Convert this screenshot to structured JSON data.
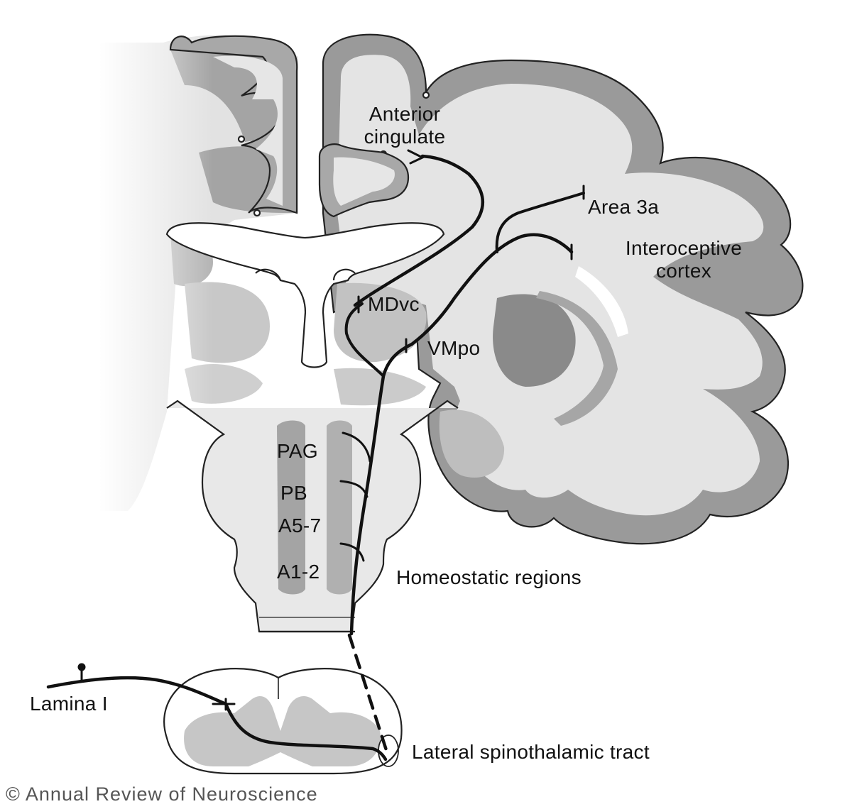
{
  "labels": {
    "anterior_cingulate": "Anterior\ncingulate",
    "area_3a": "Area 3a",
    "interoceptive_cortex": "Interoceptive\ncortex",
    "mdvc": "MDvc",
    "vmpo": "VMpo",
    "pag": "PAG",
    "pb": "PB",
    "a5_7": "A5-7",
    "a1_2": "A1-2",
    "homeostatic_regions": "Homeostatic regions",
    "lamina_i": "Lamina I",
    "lateral_spinothalamic_tract": "Lateral spinothalamic tract"
  },
  "credit": "© Annual Review of Neuroscience",
  "colors": {
    "gray_matter": "#9a9a9a",
    "white_matter": "#dedede",
    "deep_nuclei": "#b8b8b8",
    "pathway": "#111111",
    "outline": "#222222"
  }
}
